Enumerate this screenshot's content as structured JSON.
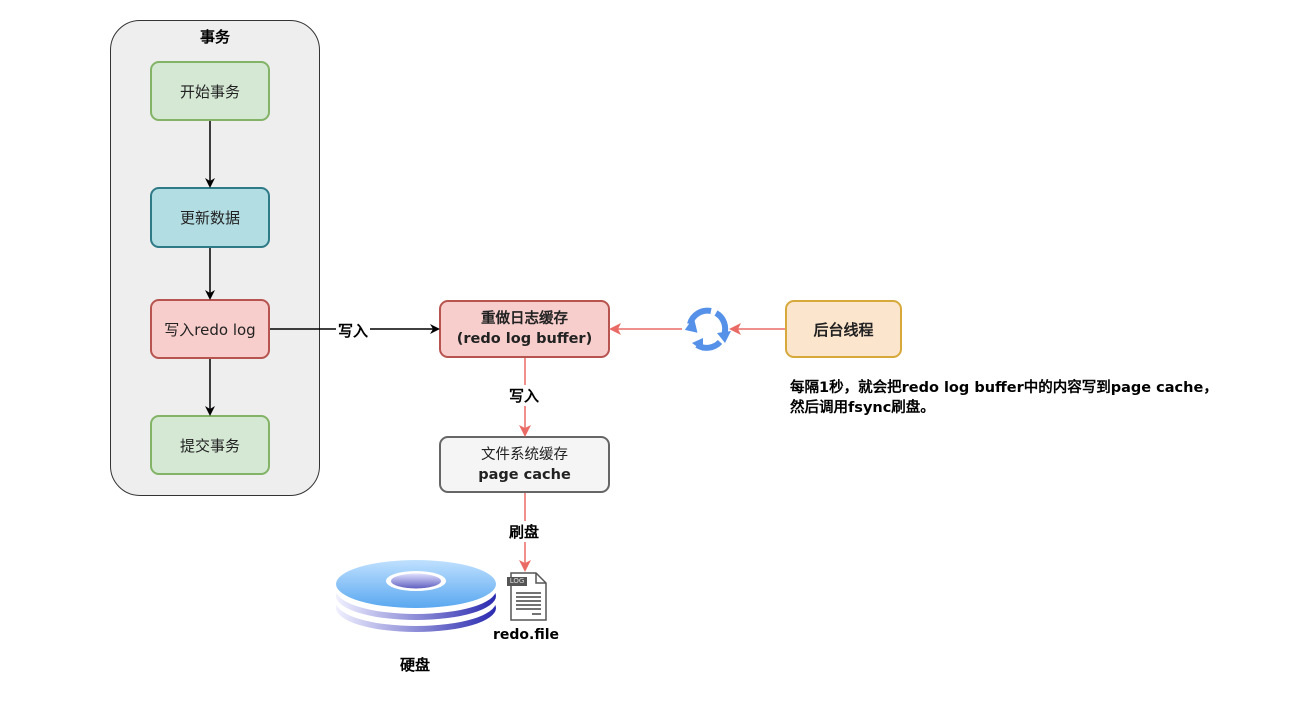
{
  "transaction_group": {
    "title": "事务",
    "steps": [
      {
        "label": "开始事务"
      },
      {
        "label": "更新数据"
      },
      {
        "label": "写入redo log"
      },
      {
        "label": "提交事务"
      }
    ]
  },
  "redo_buffer": {
    "line1": "重做日志缓存",
    "line2": "(redo log buffer)"
  },
  "page_cache": {
    "line1": "文件系统缓存",
    "line2": "page cache"
  },
  "background_thread": {
    "label": "后台线程"
  },
  "edges": {
    "write_to_buffer": "写入",
    "write_to_cache": "写入",
    "flush": "刷盘"
  },
  "disk": {
    "label": "硬盘"
  },
  "redo_file": {
    "badge": "LOG",
    "label": "redo.file"
  },
  "note": {
    "line1": "每隔1秒，就会把redo log buffer中的内容写到page cache，",
    "line2": "然后调用fsync刷盘。"
  },
  "colors": {
    "flow_arrow": "#000000",
    "red_arrow": "#ea6b66",
    "cycle_icon": "#5591e8"
  }
}
